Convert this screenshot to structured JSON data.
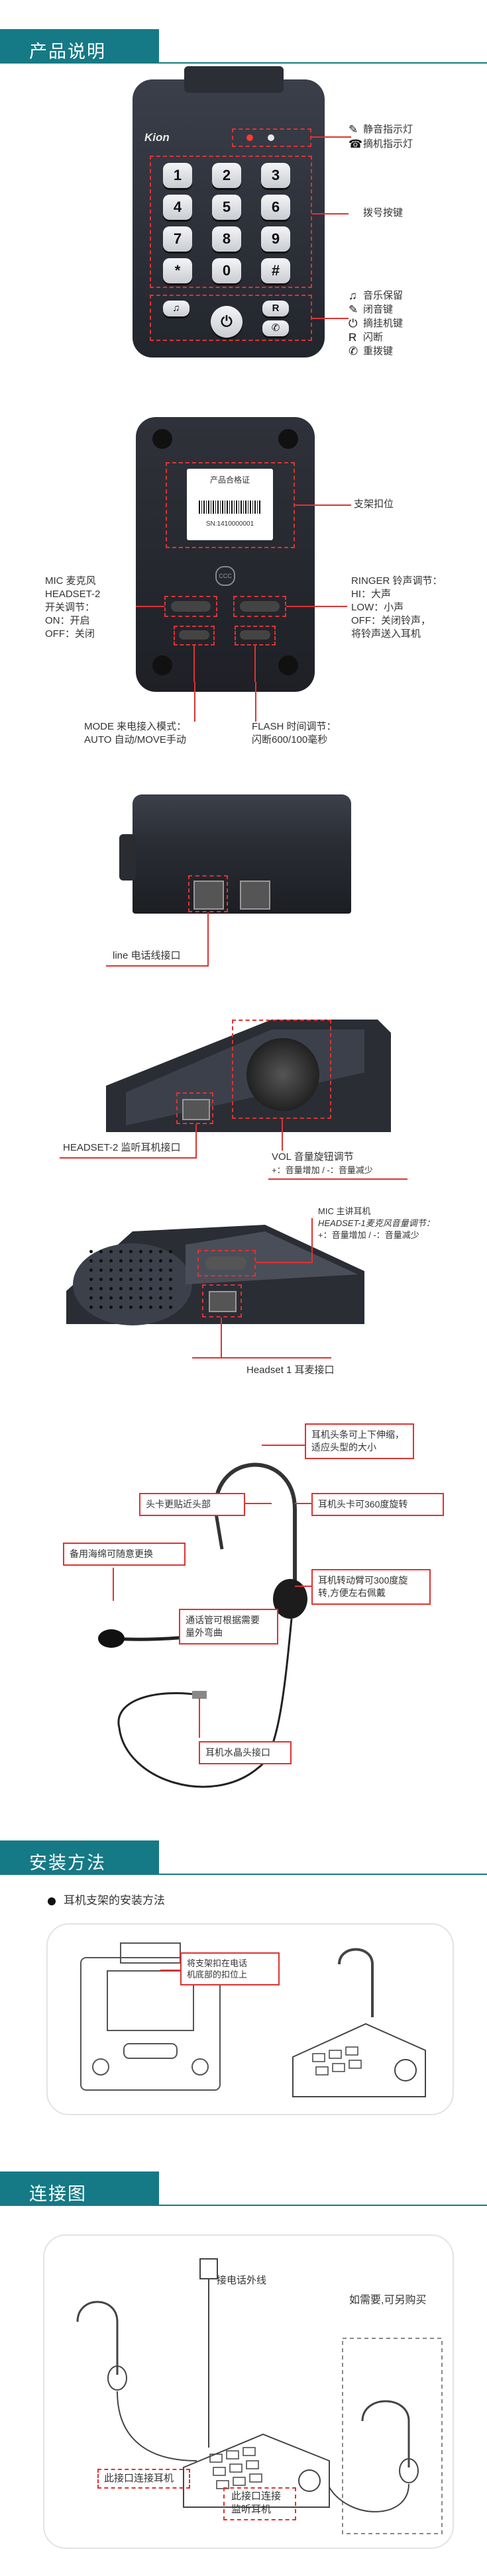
{
  "sections": {
    "product_intro": "产品说明",
    "install": "安装方法",
    "connection": "连接图"
  },
  "phone_top": {
    "brand": "Kion",
    "keys": [
      "1",
      "2",
      "3",
      "4",
      "5",
      "6",
      "7",
      "8",
      "9",
      "*",
      "0",
      "#"
    ],
    "function_keys": [
      "♫",
      "R",
      "⏻",
      "✆"
    ],
    "labels": {
      "mute_led": "静音指示灯",
      "hook_led": "摘机指示灯",
      "dial_keys": "拨号按键",
      "music_hold": "音乐保留",
      "mute_key": "闭音键",
      "hook_key": "摘挂机键",
      "flash": "闪断",
      "redial": "重拨键"
    }
  },
  "phone_bottom": {
    "sticker_title": "产品合格证",
    "serial": "SN:1410000001",
    "bracket": "支架扣位",
    "mic_switch": [
      "MIC 麦克风",
      "HEADSET-2",
      "开关调节：",
      "ON：开启",
      "OFF：关闭"
    ],
    "ringer_switch": [
      "RINGER 铃声调节：",
      "HI：大声",
      "LOW：小声",
      "OFF：关闭铃声，",
      "将铃声送入耳机"
    ],
    "mode": [
      "MODE 来电接入模式：",
      "AUTO 自动/MOVE手动"
    ],
    "flash_time": [
      "FLASH 时间调节：",
      "闪断600/100毫秒"
    ]
  },
  "phone_back": {
    "line_port": "line 电话线接口"
  },
  "phone_side": {
    "headset2_port": "HEADSET-2 监听耳机接口",
    "vol": [
      "VOL 音量旋钮调节",
      "+：音量增加 / -：音量减少"
    ]
  },
  "phone_side2": {
    "mic_main": [
      "MIC 主讲耳机",
      "HEADSET-1麦克风音量调节：",
      "+：音量增加 / -：音量减少"
    ],
    "headset1_port": "Headset 1 耳麦接口"
  },
  "headset": {
    "band_adjust": [
      "耳机头条可上下伸缩，",
      "适应头型的大小"
    ],
    "close_head": "头卡更贴近头部",
    "rotate360": "耳机头卡可360度旋转",
    "sponge": "备用海绵可随意更换",
    "rotate300": [
      "耳机转动臂可300度旋",
      "转,方便左右佩戴"
    ],
    "tube": [
      "通话管可根据需要",
      "量外弯曲"
    ],
    "crystal": "耳机水晶头接口"
  },
  "install": {
    "bullet": "耳机支架的安装方法",
    "note": [
      "将支架扣在电话",
      "机底部的扣位上"
    ]
  },
  "connection": {
    "outer_line": "接电话外线",
    "optional": "如需要,可另购买",
    "port1": "此接口连接耳机",
    "port2": [
      "此接口连接",
      "监听耳机"
    ]
  }
}
